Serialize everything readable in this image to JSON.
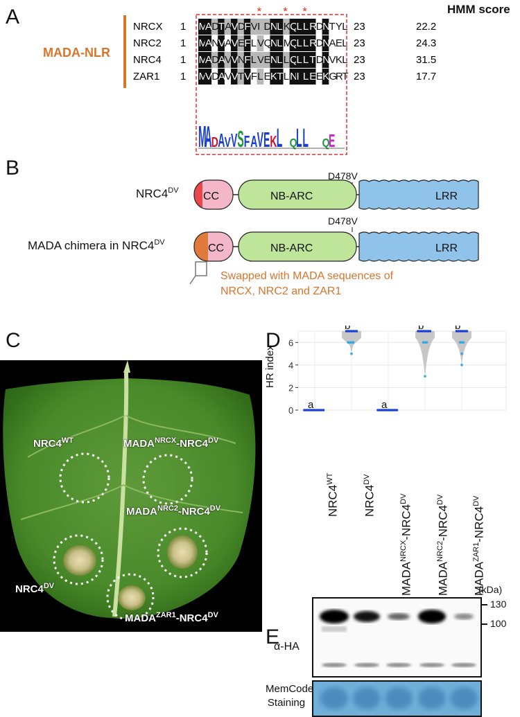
{
  "panels": {
    "a": "A",
    "b": "B",
    "c": "C",
    "d": "D",
    "e": "E"
  },
  "panel_a": {
    "group_label": "MADA-NLR",
    "score_header": "HMM score",
    "rows": [
      {
        "name": "NRCX",
        "start": "1",
        "seq": "MADTAVDFVIDNLKQLLRDNTYL",
        "end": "23",
        "score": "22.2"
      },
      {
        "name": "NRC2",
        "start": "1",
        "seq": "MANVAVEFLVQNLMQLLRDNAEL",
        "end": "23",
        "score": "24.3"
      },
      {
        "name": "NRC4",
        "start": "1",
        "seq": "MADAVVNFLVENLLQLLTDNVKL",
        "end": "23",
        "score": "31.5"
      },
      {
        "name": "ZAR1",
        "start": "1",
        "seq": "MVDAVVTVFLEKTLNILEEKGRT",
        "end": "23",
        "score": "17.7"
      }
    ],
    "asterisk": "*",
    "logo_letters": [
      "M",
      "A",
      "D",
      "A",
      "V",
      "V",
      "S",
      "F",
      "A",
      "V",
      "E",
      "K",
      "L",
      "",
      "Q",
      "L",
      "L",
      "",
      "",
      "Q",
      "E",
      "",
      ""
    ],
    "accent_color": "#d9742b",
    "highlight_color": "#e03030"
  },
  "panel_b": {
    "construct1": {
      "label": "NRC4",
      "sup": "DV",
      "mutation": "D478V",
      "domains": [
        "CC",
        "NB-ARC",
        "LRR"
      ]
    },
    "construct2": {
      "label": "MADA chimera in NRC4",
      "sup": "DV",
      "mutation": "D478V",
      "domains": [
        "CC",
        "NB-ARC",
        "LRR"
      ]
    },
    "note_line1": "Swapped with MADA sequences of",
    "note_line2": "NRCX, NRC2 and ZAR1",
    "colors": {
      "cc": "#f4b6c9",
      "nbarc": "#bfe59a",
      "lrr": "#8fc3ea",
      "mada": "#e07a3a",
      "nrc4_red": "#e8484c"
    }
  },
  "panel_c": {
    "spots": [
      {
        "main": "NRC4",
        "sup": "WT",
        "suffix": ""
      },
      {
        "main": "MADA",
        "sup": "NRCX",
        "suffix": "-NRC4",
        "sup2": "DV"
      },
      {
        "main": "MADA",
        "sup": "NRC2",
        "suffix": "-NRC4",
        "sup2": "DV"
      },
      {
        "main": "NRC4",
        "sup": "DV",
        "suffix": ""
      },
      {
        "main": "MADA",
        "sup": "ZAR1",
        "suffix": "-NRC4",
        "sup2": "DV"
      }
    ]
  },
  "chart_data": {
    "type": "violin",
    "ylabel": "HR index",
    "ylim": [
      0,
      7
    ],
    "yticks": [
      0,
      2,
      4,
      6
    ],
    "categories": [
      {
        "main": "NRC4",
        "sup": "WT",
        "suffix": ""
      },
      {
        "main": "NRC4",
        "sup": "DV",
        "suffix": ""
      },
      {
        "main": "MADA",
        "sup": "NRCX",
        "suffix": "-NRC4",
        "sup2": "DV"
      },
      {
        "main": "MADA",
        "sup": "NRC2",
        "suffix": "-NRC4",
        "sup2": "DV"
      },
      {
        "main": "MADA",
        "sup": "ZAR1",
        "suffix": "-NRC4",
        "sup2": "DV"
      }
    ],
    "groups": [
      "a",
      "b",
      "a",
      "b",
      "b"
    ],
    "points": [
      [
        0,
        0,
        0,
        0,
        0,
        0,
        0,
        0,
        0,
        0,
        0,
        0
      ],
      [
        7,
        7,
        7,
        7,
        7,
        7,
        7,
        6,
        6,
        6,
        6,
        5
      ],
      [
        0,
        0,
        0,
        0,
        0,
        0,
        0,
        0,
        0,
        0,
        0,
        0
      ],
      [
        7,
        7,
        7,
        7,
        7,
        7,
        7,
        6,
        6,
        6,
        3,
        7
      ],
      [
        7,
        7,
        7,
        7,
        7,
        7,
        6,
        6,
        6,
        5,
        4,
        7
      ]
    ],
    "colors": {
      "dark": "#1b3fd6",
      "light": "#35a7e8",
      "violin": "#bdbdbd"
    }
  },
  "panel_e": {
    "unit": "(kDa)",
    "markers": [
      "130",
      "100"
    ],
    "antibody": "α-HA",
    "stain_line1": "MemCode",
    "stain_line2": "Staining"
  }
}
